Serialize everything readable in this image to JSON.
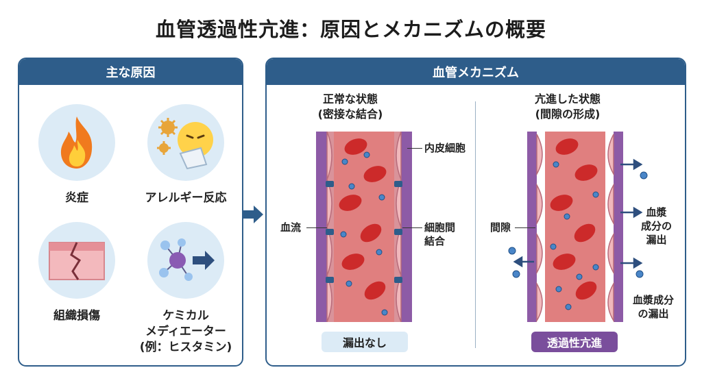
{
  "title": "血管透過性亢進：原因とメカニズムの概要",
  "causes_panel": {
    "header": "主な原因",
    "items": [
      {
        "label": "炎症",
        "icon": "flame-icon"
      },
      {
        "label": "アレルギー反応",
        "icon": "allergy-sneeze-icon"
      },
      {
        "label": "組織損傷",
        "icon": "cracked-tissue-icon"
      },
      {
        "label_lines": [
          "ケミカル",
          "メディエーター",
          "(例：ヒスタミン)"
        ],
        "icon": "molecule-arrow-icon"
      }
    ]
  },
  "mechanism_panel": {
    "header": "血管メカニズム",
    "normal": {
      "title_lines": [
        "正常な状態",
        "(密接な結合)"
      ],
      "badge": "漏出なし",
      "callouts": {
        "endothelial": "内皮細胞",
        "blood_flow": "血流",
        "junction_lines": [
          "細胞間",
          "結合"
        ]
      }
    },
    "increased": {
      "title_lines": [
        "亢進した状態",
        "(間隙の形成)"
      ],
      "badge": "透過性亢進",
      "callouts": {
        "gap": "間隙",
        "leak1_lines": [
          "血漿",
          "成分の",
          "漏出"
        ],
        "leak2_lines": [
          "血漿成分",
          "の漏出"
        ]
      }
    }
  },
  "colors": {
    "panel_blue": "#2e5d8a",
    "icon_bg": "#dcebf6",
    "vessel_purple": "#8d5ba6",
    "vessel_lumen": "#e07f7f",
    "rbc": "#cc2a2a",
    "plasma_dot": "#4a86c8",
    "badge_normal_bg": "#dcebf6",
    "badge_increased_bg": "#7a4e9c"
  }
}
